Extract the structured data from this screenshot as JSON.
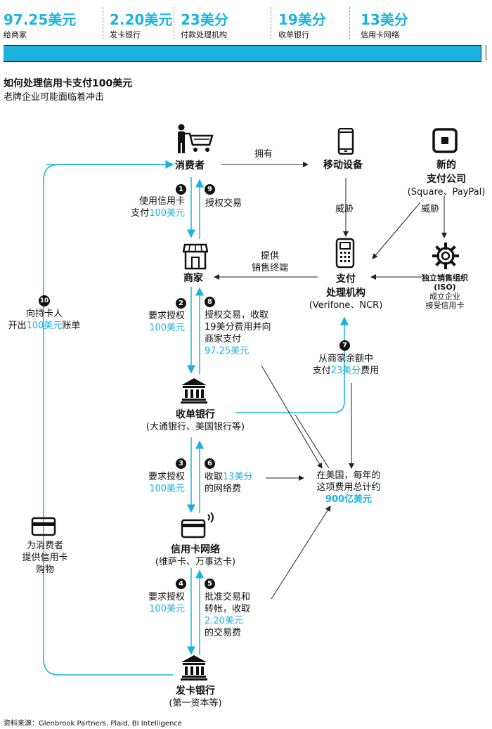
{
  "header": {
    "stats": [
      {
        "value": "97.25美元",
        "label": "给商家"
      },
      {
        "value": "2.20美元",
        "label": "发卡银行"
      },
      {
        "value": "23美分",
        "label": "付款处理机构"
      },
      {
        "value": "19美分",
        "label": "收单银行"
      },
      {
        "value": "13美分",
        "label": "信用卡网络"
      }
    ]
  },
  "title": "如何处理信用卡支付100美元",
  "subtitle": "老牌企业可能面临着冲击",
  "nodes": {
    "consumer": "消费者",
    "mobile": "移动设备",
    "newco": {
      "line1": "新的",
      "line2": "支付公司",
      "line3": "(Square、PayPal)"
    },
    "merchant": "商家",
    "processor": {
      "line1": "支付",
      "line2": "处理机构",
      "line3": "(Verifone、NCR)"
    },
    "iso": {
      "line1": "独立销售组织",
      "line2": "(ISO)",
      "line3": "成立企业",
      "line4": "接受信用卡"
    },
    "acquirer": {
      "line1": "收单银行",
      "line2": "(大通银行、美国银行等)"
    },
    "network": {
      "line1": "信用卡网络",
      "line2": "(维萨卡、万事达卡)"
    },
    "issuer": {
      "line1": "发卡银行",
      "line2": "(第一资本等)"
    },
    "total": {
      "line1": "在美国，每年的",
      "line2": "这项费用总计约",
      "line3": "900亿美元"
    }
  },
  "edges": {
    "owns": "拥有",
    "threat1": "威胁",
    "threat2": "威胁",
    "provide_terminal": {
      "line1": "提供",
      "line2": "销售终端"
    },
    "provide_card": {
      "line1": "为消费者",
      "line2": "提供信用卡",
      "line3": "购物"
    }
  },
  "steps": {
    "s1": {
      "num": "1",
      "line1": "使用信用卡",
      "line2a": "支付",
      "line2b": "100美元"
    },
    "s9": {
      "num": "9",
      "line1": "授权交易"
    },
    "s2": {
      "num": "2",
      "line1": "要求授权",
      "line2": "100美元"
    },
    "s8": {
      "num": "8",
      "line1": "授权交易，收取",
      "line2": "19美分费用并向",
      "line3": "商家支付",
      "line4": "97.25美元"
    },
    "s7": {
      "num": "7",
      "line1": "从商家余额中",
      "line2a": "支付",
      "line2b": "23美分",
      "line2c": "费用"
    },
    "s3": {
      "num": "3",
      "line1": "要求授权",
      "line2": "100美元"
    },
    "s6": {
      "num": "6",
      "line1a": "收取",
      "line1b": "13美分",
      "line2": "的网络费"
    },
    "s4": {
      "num": "4",
      "line1": "要求授权",
      "line2": "100美元"
    },
    "s5": {
      "num": "5",
      "line1": "批准交易和",
      "line2": "转帐，收取",
      "line3": "2.20美元",
      "line4": "的交易费"
    },
    "s10": {
      "num": "10",
      "line1": "向持卡人",
      "line2a": "开出",
      "line2b": "100美元",
      "line2c": "账单"
    }
  },
  "source": "资料来源：Glenbrook Partners, Plaid, BI Intelligence",
  "colors": {
    "accent": "#1ab3e0",
    "text": "#111111"
  }
}
